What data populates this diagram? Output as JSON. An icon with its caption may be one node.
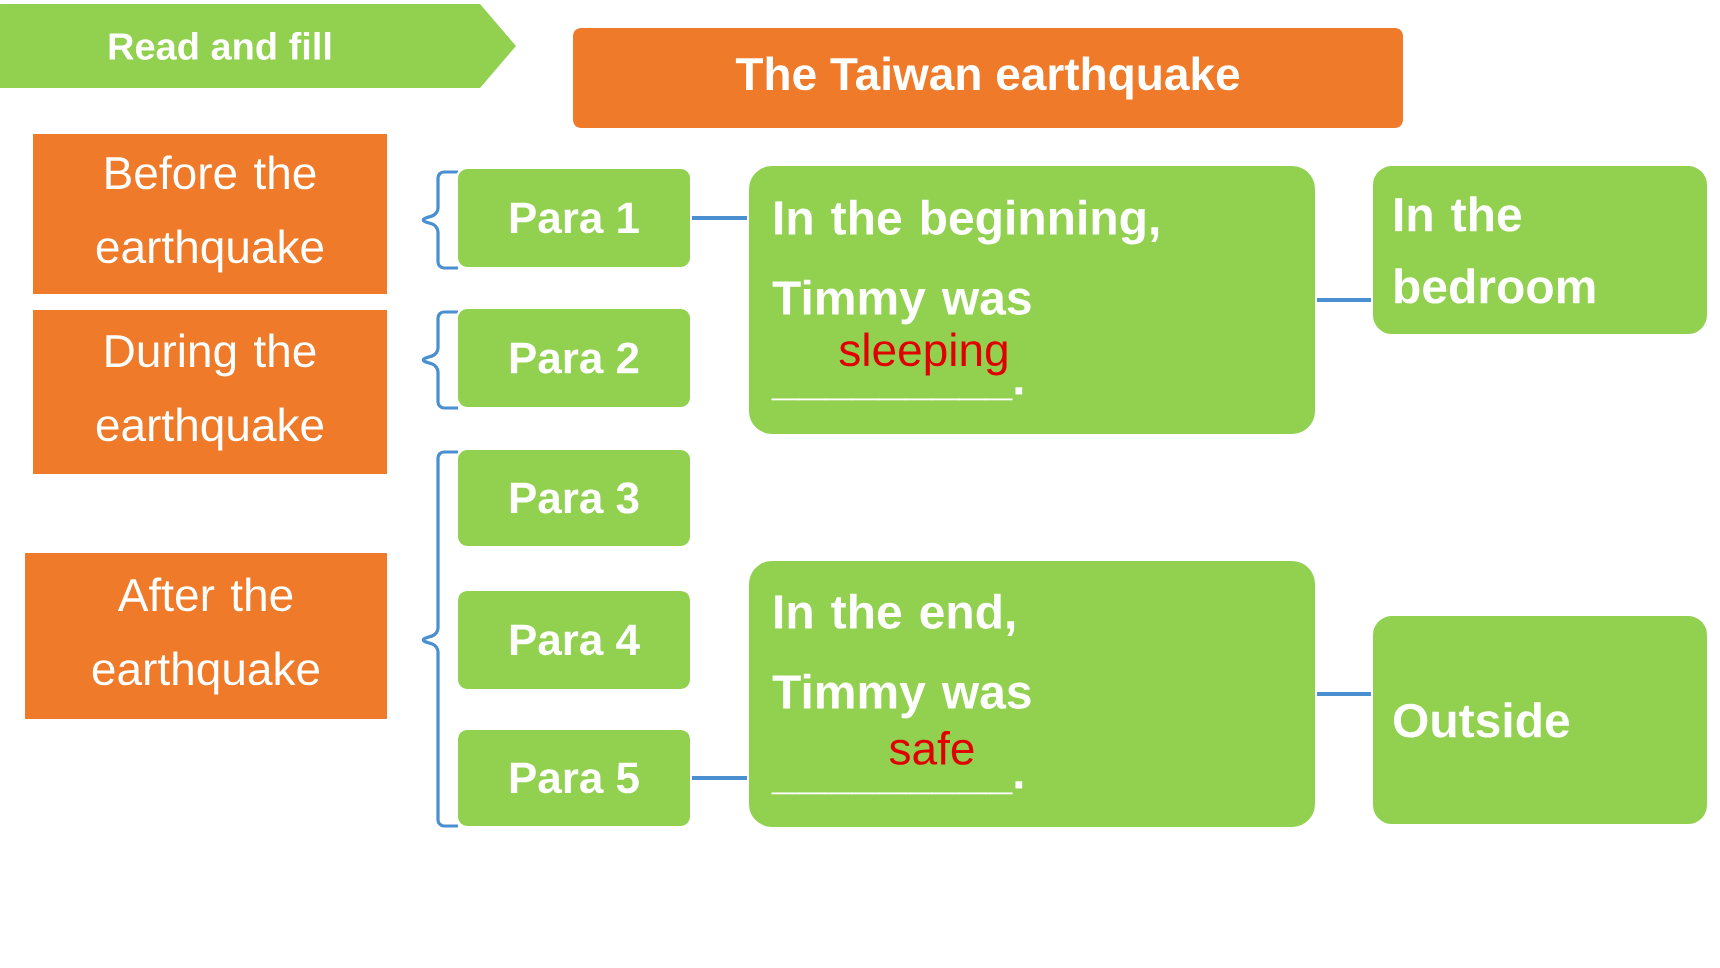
{
  "diagram": {
    "nodes": [
      {
        "text": [
          "Read and fill"
        ]
      },
      {
        "text": [
          "The Taiwan earthquake"
        ]
      },
      {
        "text": [
          "Before the earthquake"
        ]
      },
      {
        "text": [
          "During the earthquake"
        ]
      },
      {
        "text": [
          "After the earthquake"
        ]
      },
      {
        "text": [
          "Para 1"
        ]
      },
      {
        "text": [
          "Para 2"
        ]
      },
      {
        "text": [
          "Para 3"
        ]
      },
      {
        "text": [
          "Para 4"
        ]
      },
      {
        "text": [
          "Para 5"
        ]
      },
      {
        "text": [
          "In the beginning, Timmy was _________.",
          "sleeping"
        ]
      },
      {
        "text": [
          "In the bedroom"
        ]
      },
      {
        "text": [
          "In the end, Timmy was _________.",
          "safe"
        ]
      },
      {
        "text": [
          "Outside"
        ]
      }
    ],
    "edges": [
      {
        "from": 5,
        "to": 10,
        "arrow": "none"
      },
      {
        "from": 10,
        "to": 11,
        "arrow": "none"
      },
      {
        "from": 9,
        "to": 12,
        "arrow": "none"
      },
      {
        "from": 12,
        "to": 13,
        "arrow": "none"
      }
    ]
  }
}
